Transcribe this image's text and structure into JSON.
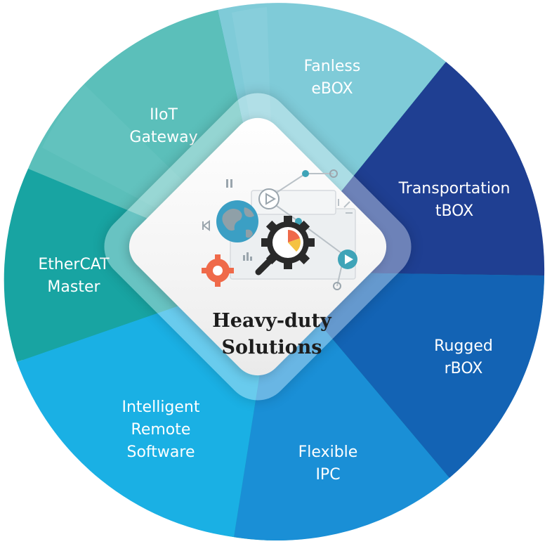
{
  "center": {
    "title_line1": "Heavy-duty",
    "title_line2": "Solutions"
  },
  "segments": [
    {
      "lines": [
        "Fanless",
        "eBOX"
      ],
      "color": "#7fcbd8"
    },
    {
      "lines": [
        "Transportation",
        "tBOX"
      ],
      "color": "#1f3f92"
    },
    {
      "lines": [
        "Rugged",
        "rBOX"
      ],
      "color": "#1363b4"
    },
    {
      "lines": [
        "Flexible",
        "IPC"
      ],
      "color": "#1a8fd6"
    },
    {
      "lines": [
        "Intelligent",
        "Remote",
        "Software"
      ],
      "color": "#1ab0e4"
    },
    {
      "lines": [
        "EtherCAT",
        "Master"
      ],
      "color": "#18a4a2"
    },
    {
      "lines": [
        "IIoT",
        "Gateway"
      ],
      "color": "#5bbfba"
    }
  ]
}
